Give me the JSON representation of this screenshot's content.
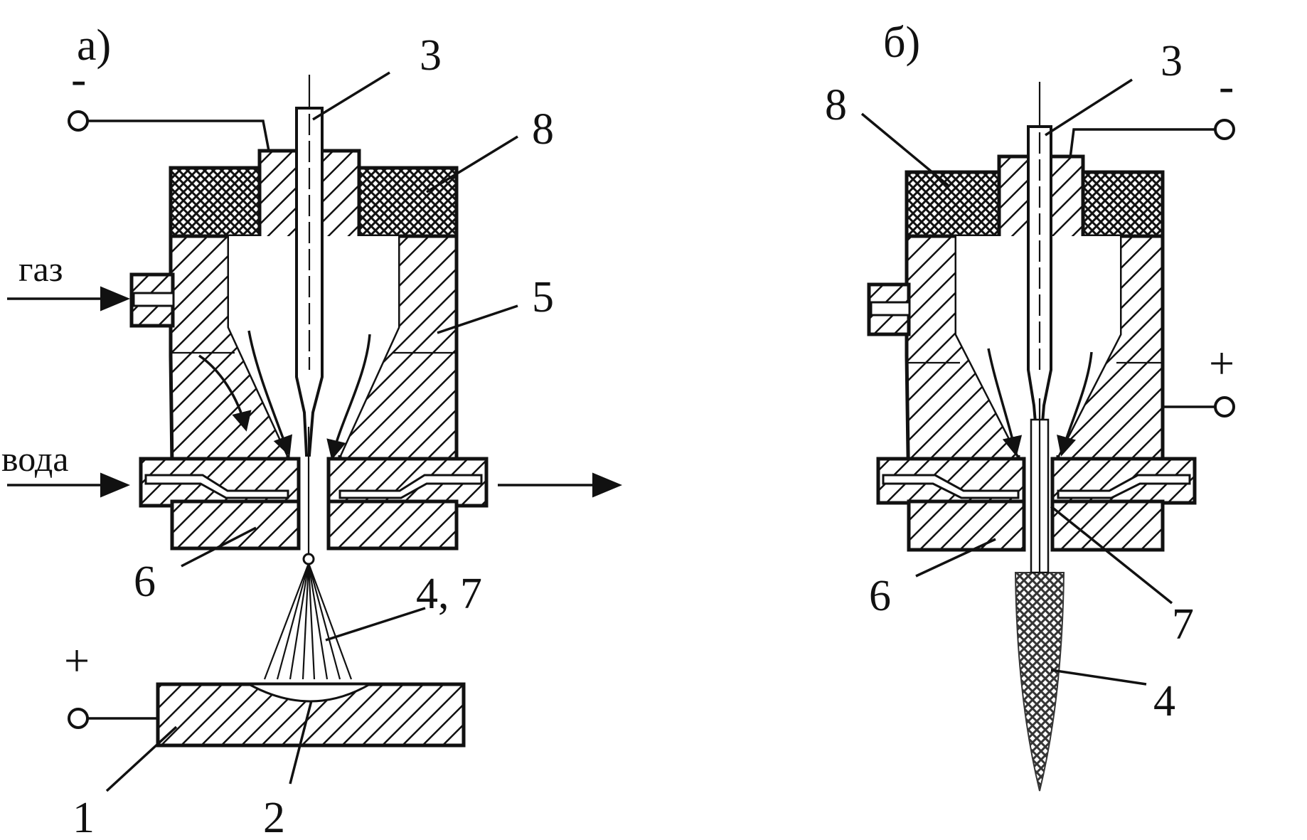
{
  "panel_a": {
    "title": "а)",
    "minus": "-",
    "plus": "+",
    "gas": "газ",
    "water": "вода",
    "labels": {
      "l1": "1",
      "l2": "2",
      "l3": "3",
      "l47": "4, 7",
      "l5": "5",
      "l6": "6",
      "l8": "8"
    }
  },
  "panel_b": {
    "title": "б)",
    "minus": "-",
    "plus": "+",
    "labels": {
      "l3": "3",
      "l4": "4",
      "l6": "6",
      "l7": "7",
      "l8": "8"
    }
  }
}
